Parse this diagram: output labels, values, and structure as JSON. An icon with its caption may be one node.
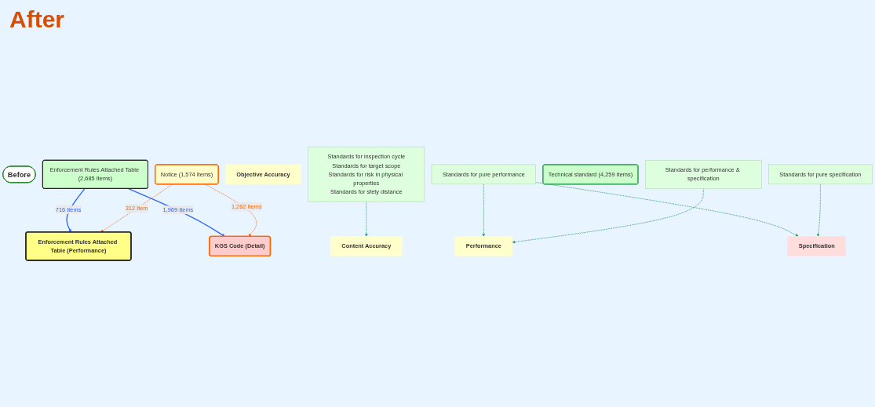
{
  "diagram": {
    "nodes": [
      {
        "text": [
          "Before"
        ]
      },
      {
        "text": [
          "Enforcement Rules Attached Table (2,685 Items)"
        ]
      },
      {
        "text": [
          "Notice (1,574 Items)"
        ]
      },
      {
        "text": [
          "Enforcement Rules Attached Table (Performance)"
        ]
      },
      {
        "text": [
          "KGS Code (Detail)"
        ]
      },
      {
        "text": [
          "Content Accuracy"
        ]
      },
      {
        "text": [
          "Objective Accuracy"
        ]
      },
      {
        "text": [
          "Performance"
        ]
      },
      {
        "text": [
          "Specification"
        ]
      },
      {
        "text": [
          "Standards for inspection cycle",
          "Standards for target scope",
          "Standards for risk in physical properties",
          "Standards for sfety distance"
        ]
      },
      {
        "text": [
          "Standards for pure performance"
        ]
      },
      {
        "text": [
          "Technical standard (4,259 Items)"
        ]
      },
      {
        "text": [
          "Standards for performance & specification"
        ]
      },
      {
        "text": [
          "Standards for pure specification"
        ]
      }
    ],
    "edges": [
      {
        "from": 1,
        "to": 3,
        "arrow": "to",
        "label": "716 Items",
        "color": "#3366ff"
      },
      {
        "from": 1,
        "to": 4,
        "arrow": "to",
        "label": "1,969 Items",
        "color": "#3366ff"
      },
      {
        "from": 2,
        "to": 3,
        "arrow": "to",
        "label": "312 Item",
        "style": "dashed",
        "color": "#ff6600"
      },
      {
        "from": 2,
        "to": 4,
        "arrow": "to",
        "label": "1,262 Items",
        "style": "dashed",
        "color": "#ff6600"
      },
      {
        "from": 9,
        "to": 5,
        "arrow": "to",
        "style": "dashed"
      },
      {
        "from": 10,
        "to": 7,
        "arrow": "to",
        "style": "dashed"
      },
      {
        "from": 10,
        "to": 8,
        "arrow": "to",
        "style": "dashed"
      },
      {
        "from": 12,
        "to": 7,
        "arrow": "to",
        "style": "dashed"
      },
      {
        "from": 13,
        "to": 8,
        "arrow": "to",
        "style": "dashed"
      }
    ],
    "labels": [
      "After"
    ]
  }
}
